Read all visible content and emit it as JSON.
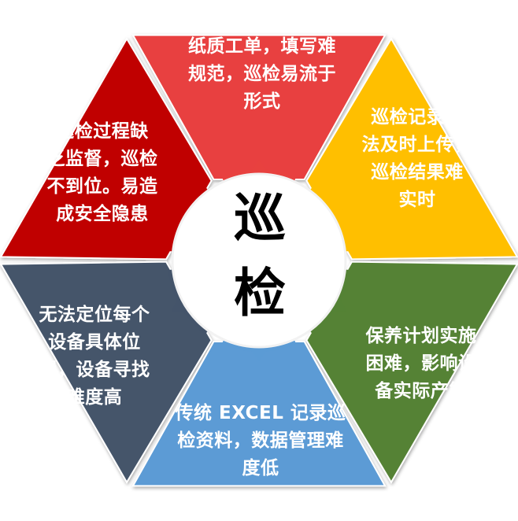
{
  "center": {
    "line1": "巡",
    "line2": "检"
  },
  "segments": [
    {
      "id": "top",
      "color": "#e8413f",
      "lines": [
        "纸质工单，填写难",
        "规范，巡检易流于",
        "形式"
      ]
    },
    {
      "id": "upper-right",
      "color": "#ffbf00",
      "lines": [
        "巡检记录无",
        "法及时上传，",
        "巡检结果难",
        "实时"
      ]
    },
    {
      "id": "lower-right",
      "color": "#548235",
      "lines": [
        "保养计划实施",
        "困难，影响设",
        "备实际产能"
      ]
    },
    {
      "id": "bottom",
      "color": "#5b9bd5",
      "lines": [
        "传统 EXCEL 记录巡",
        "检资料，数据管理难",
        "度低"
      ]
    },
    {
      "id": "lower-left",
      "color": "#44546a",
      "lines": [
        "无法定位每个",
        "设备具体位",
        "置，设备寻找",
        "难度高"
      ]
    },
    {
      "id": "upper-left",
      "color": "#c00000",
      "lines": [
        "巡检过程缺",
        "乏监督，巡检",
        "不到位。易造",
        "成安全隐患"
      ]
    }
  ]
}
